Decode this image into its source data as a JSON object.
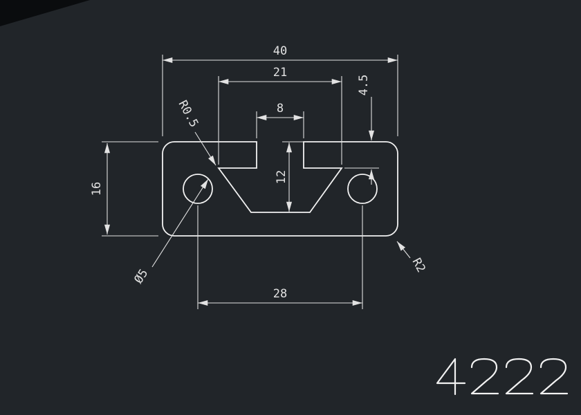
{
  "colors": {
    "background": "#212529",
    "line": "#f2f2f2",
    "dimension": "#e2e2e2"
  },
  "part_number": "4222",
  "dimensions": {
    "overall_width": "40",
    "slot_width": "21",
    "slot_opening": "8",
    "lip_depth": "4.5",
    "slot_depth": "12",
    "overall_height": "16",
    "hole_spacing": "28",
    "fillet_radius": "R0.5",
    "hole_diameter": "Ø5",
    "corner_radius": "R2"
  }
}
